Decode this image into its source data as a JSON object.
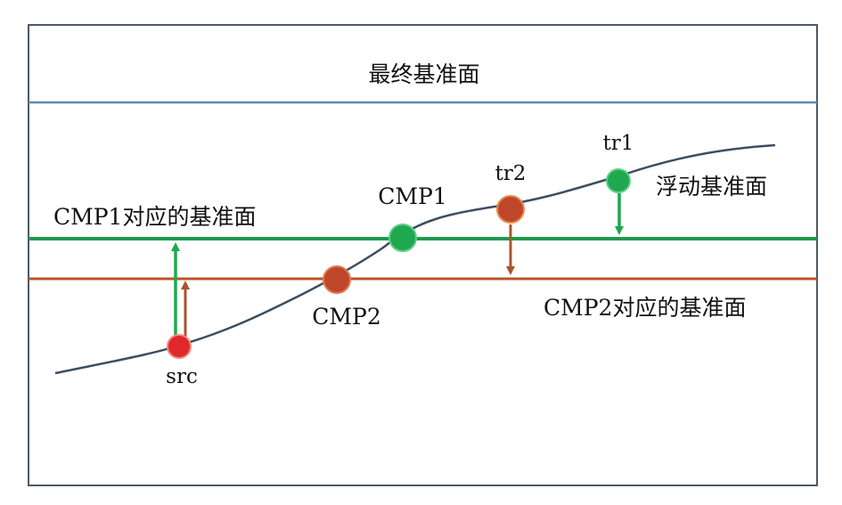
{
  "diagram": {
    "title": "最终基准面",
    "floating_datum_label": "浮动基准面",
    "cmp1_datum_label": "CMP1对应的基准面",
    "cmp2_datum_label": "CMP2对应的基准面",
    "points": {
      "src": "src",
      "cmp1": "CMP1",
      "cmp2": "CMP2",
      "tr1": "tr1",
      "tr2": "tr2"
    }
  },
  "colors": {
    "frame": "#4b5966",
    "title_rule": "#5a8db0",
    "surface_curve": "#3c4e62",
    "cmp1_datum": "#1f9a4e",
    "cmp2_datum": "#b8552a",
    "green_point": "#1fa84f",
    "red_point": "#e0282a",
    "brown_point": "#c0462b",
    "green_arrow": "#1fa84f",
    "brown_arrow": "#a8562b"
  }
}
